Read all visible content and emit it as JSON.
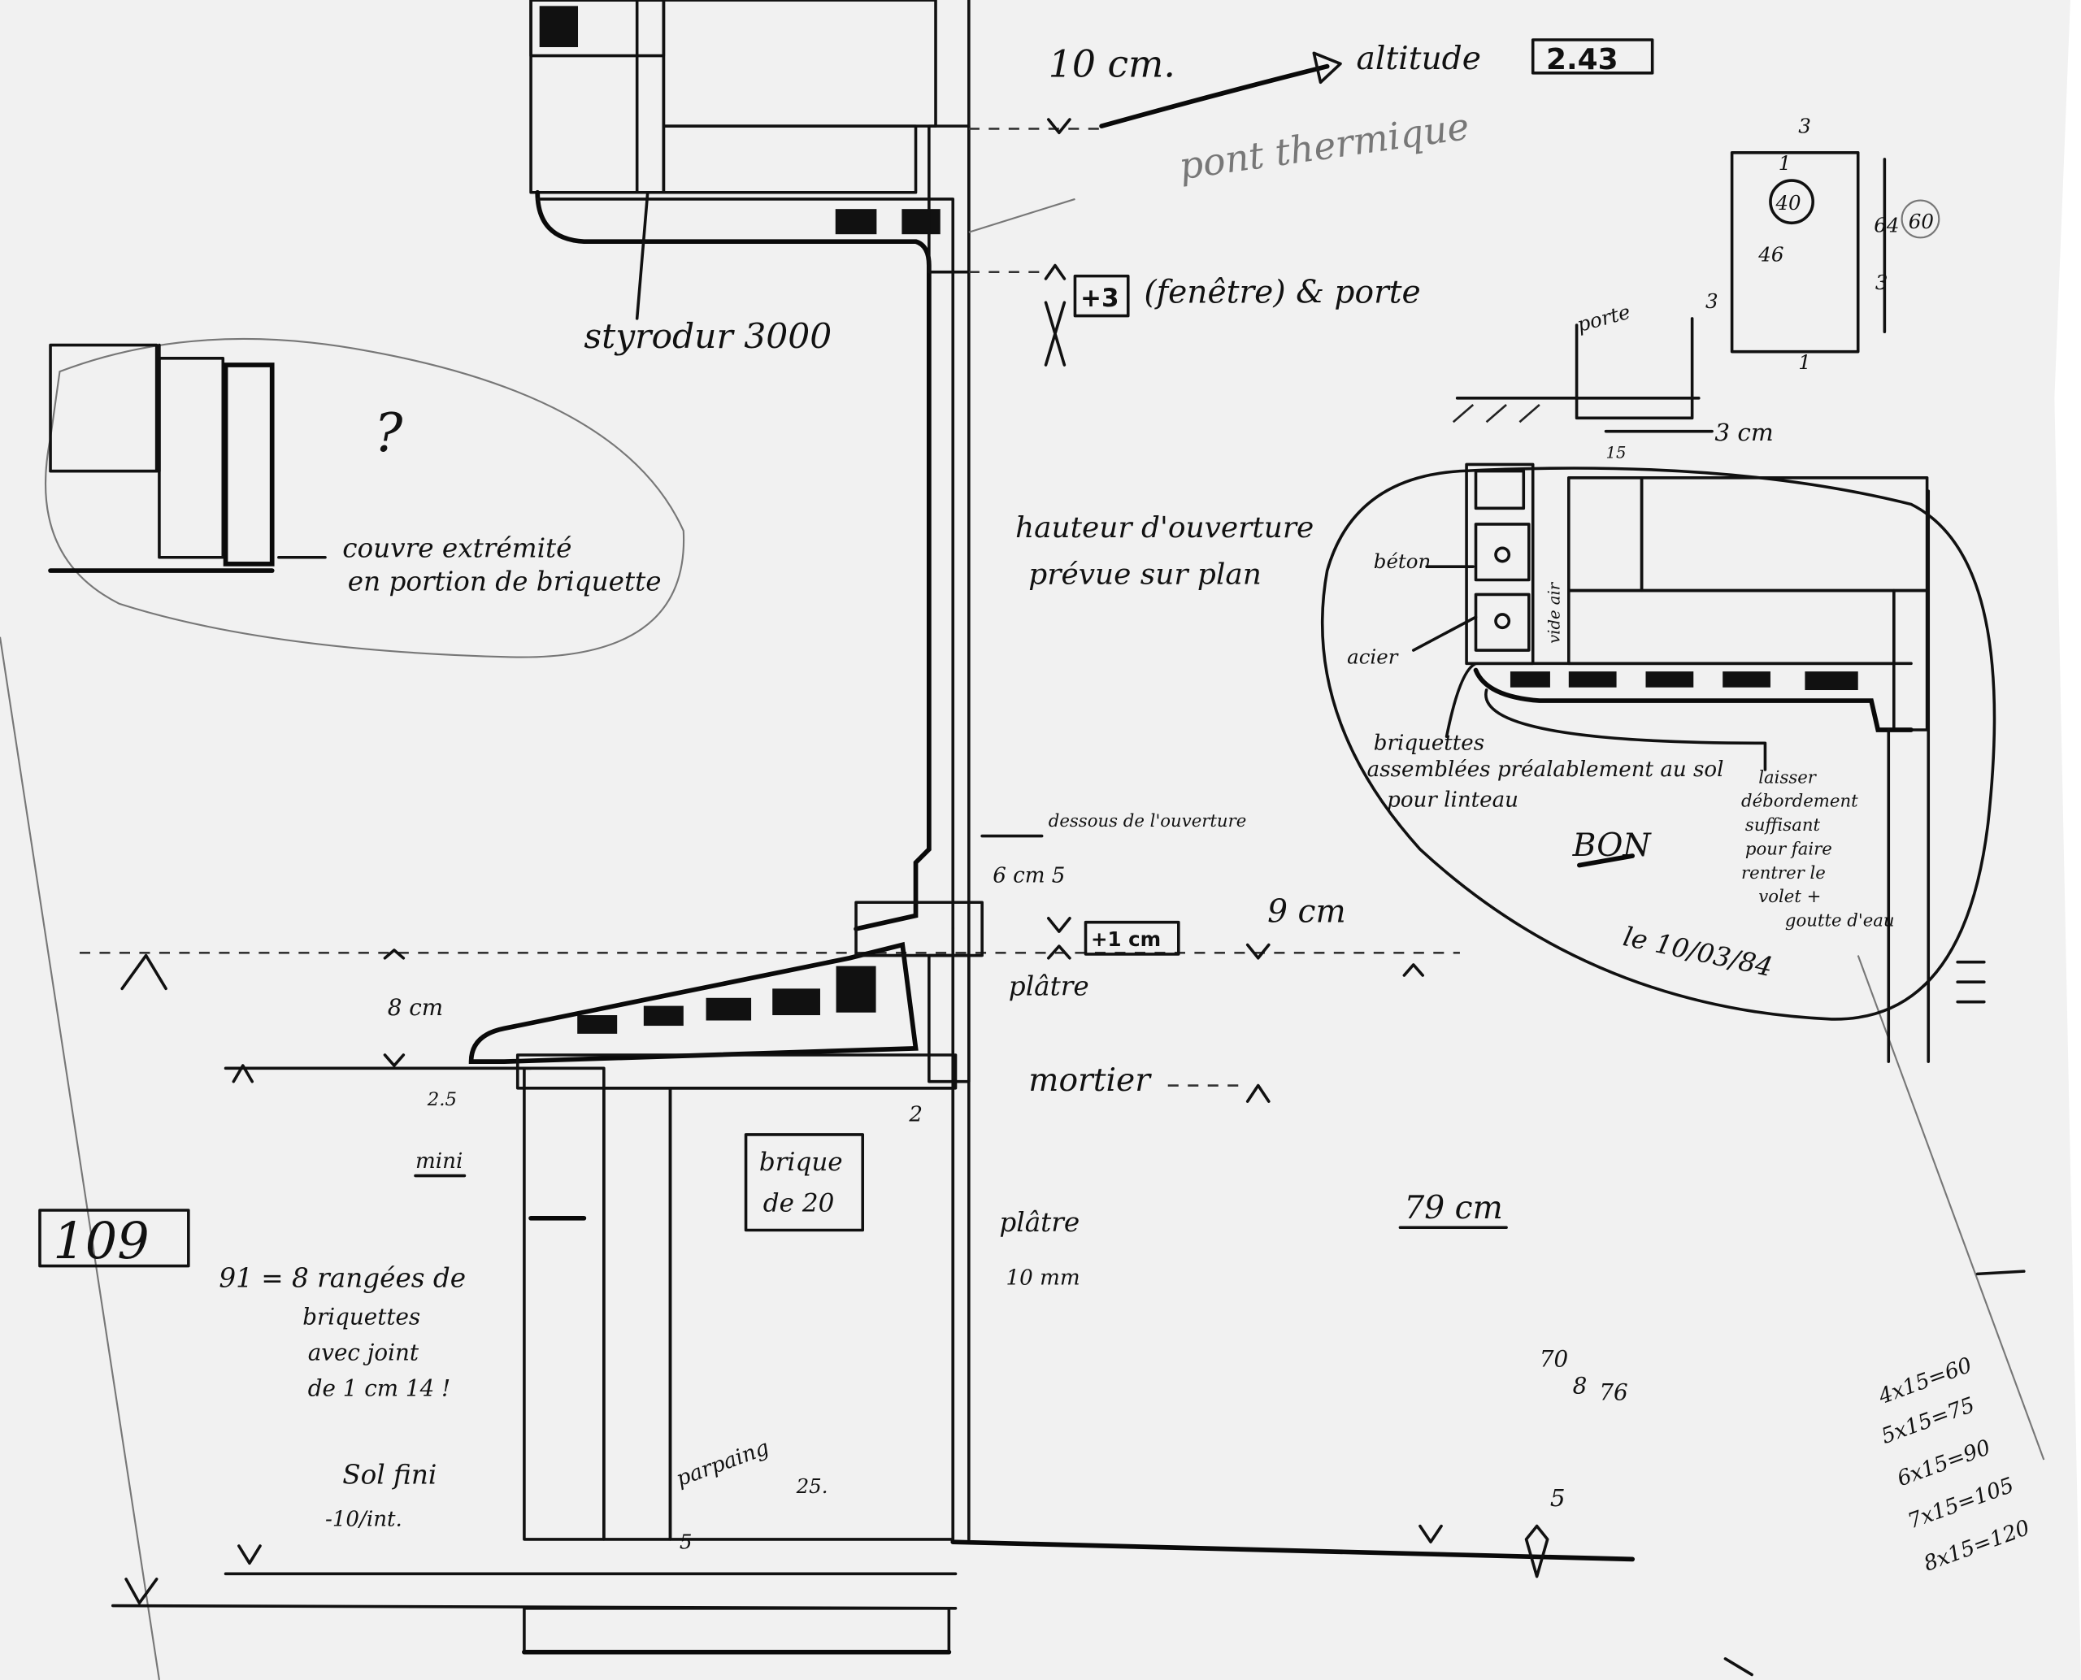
{
  "sheet": {
    "number": "109",
    "date": "le 10/03/84"
  },
  "top_notes": {
    "height_10cm": "10 cm.",
    "altitude_label": "altitude",
    "altitude_value": "2.43",
    "thermal_bridge": "pont thermique",
    "plus3": "+3",
    "window_door": "(fenêtre) & porte",
    "styrodur": "styrodur 3000"
  },
  "left_bubble": {
    "question": "?",
    "note_line1": "couvre extrémité",
    "note_line2": "en portion de briquette"
  },
  "opening_notes": {
    "line1": "hauteur d'ouverture",
    "line2": "prévue sur plan",
    "underside": "dessous de l'ouverture",
    "dim_6_5": "6 cm 5",
    "plus1": "+1 cm",
    "dim_9cm": "9 cm",
    "dim_8cm": "8 cm",
    "platre1": "plâtre",
    "mortier": "mortier",
    "dim_2": "2",
    "dim_2_5": "2.5",
    "mini": "mini",
    "brique_line1": "brique",
    "brique_line2": "de 20",
    "platre2": "plâtre",
    "dim_10mm": "10 mm",
    "dim_79cm": "79 cm"
  },
  "left_notes": {
    "line1": "91 = 8 rangées de",
    "line2": "briquettes",
    "line3": "avec joint",
    "line4": "de 1 cm 14 !",
    "sol_fini": "Sol fini",
    "minus10": "-10/int.",
    "parpaing": "parpaing",
    "dim_5a": "5",
    "dim_25": "25.",
    "dim_5b": "5"
  },
  "calc": {
    "misc1": "70",
    "misc2": "8",
    "misc3": "76",
    "rows": [
      "4x15=60",
      "5x15=75",
      "6x15=90",
      "7x15=105",
      "8x15=120"
    ]
  },
  "right_detail": {
    "dim_3_top": "3",
    "dim_40": "40",
    "dim_46": "46",
    "dim_64": "64",
    "dim_60": "60",
    "dim_3_left": "3",
    "dim_3_right": "3",
    "dim_1_top": "1",
    "dim_1_bottom": "1",
    "porte": "porte",
    "dim_15": "15",
    "dim_3cm": "3 cm",
    "beton": "béton",
    "acier": "acier",
    "vide_air": "vide air",
    "briquettes_l1": "briquettes",
    "briquettes_l2": "assemblées préalablement au sol",
    "briquettes_l3": "pour linteau",
    "bon": "BON",
    "laisser": [
      "laisser",
      "débordement",
      "suffisant",
      "pour faire",
      "rentrer le",
      "volet +",
      "goutte d'eau"
    ]
  }
}
